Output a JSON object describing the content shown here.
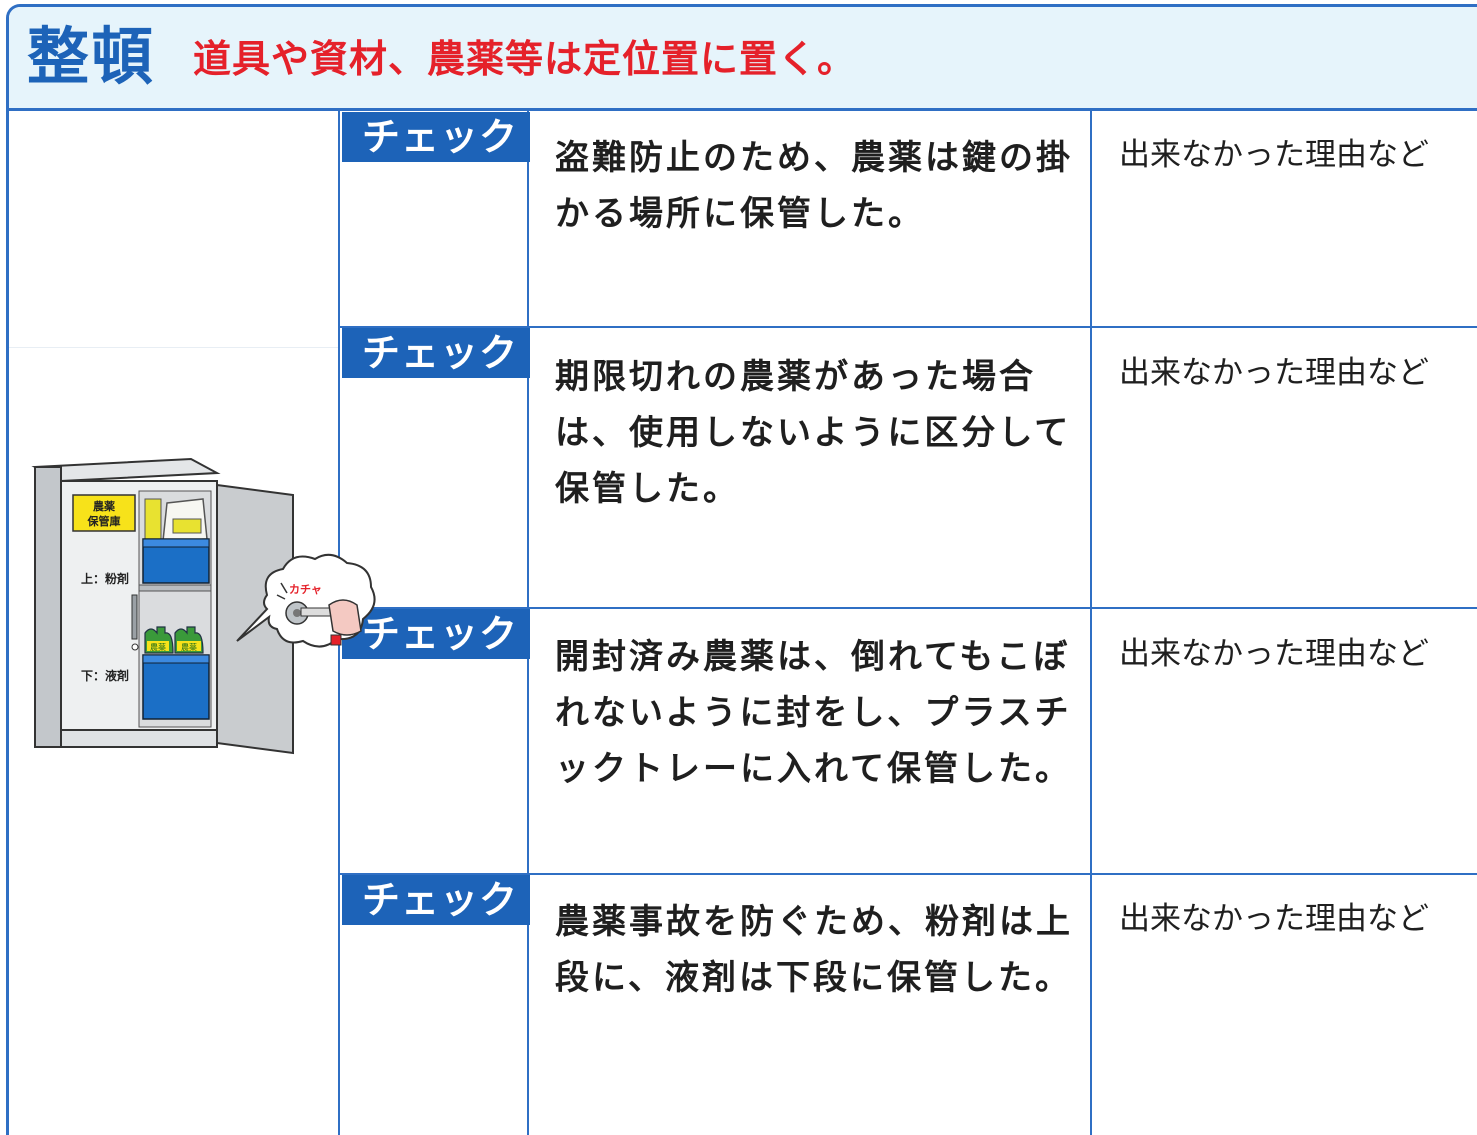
{
  "header": {
    "title": "整頓",
    "subtitle": "道具や資材、農薬等は定位置に置く。"
  },
  "illustration": {
    "cabinet_label": "農薬\n保管庫",
    "cabinet_label_line1": "農薬",
    "cabinet_label_line2": "保管庫",
    "upper_shelf": "上：粉剤",
    "lower_shelf": "下：液剤",
    "bottle_label": "農薬",
    "sound": "カチャ",
    "colors": {
      "shelf_bin": "#1b6fc6",
      "cabinet": "#d2d5d8",
      "label": "#f7e21a"
    }
  },
  "checklist": {
    "badge_label": "チェック",
    "items": [
      {
        "text": "盗難防止のため、農薬は鍵の掛かる場所に保管した。",
        "reason": "出来なかった理由など"
      },
      {
        "text": "期限切れの農薬があった場合は、使用しないように区分して保管した。",
        "reason": "出来なかった理由など"
      },
      {
        "text": "開封済み農薬は、倒れてもこぼれないように封をし、プラスチックトレーに入れて保管した。",
        "reason": "出来なかった理由など"
      },
      {
        "text": "農薬事故を防ぐため、粉剤は上段に、液剤は下段に保管した。",
        "reason": "出来なかった理由など"
      }
    ]
  },
  "colors": {
    "accent": "#1d63b8",
    "title_red": "#e5212a",
    "header_bg": "#e6f4fb"
  }
}
